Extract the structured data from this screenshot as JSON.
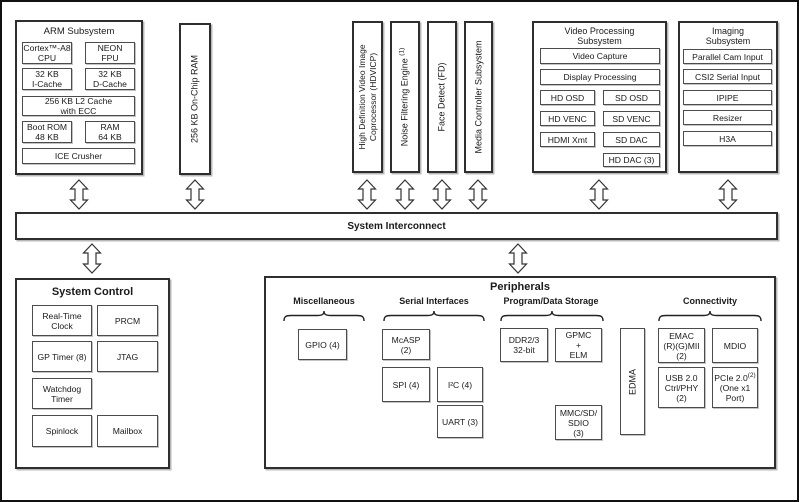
{
  "colors": {
    "ink": "#1a1a1a",
    "box_border": "#2e2e2e",
    "background": "#ffffff"
  },
  "arm": {
    "title": "ARM Subsystem",
    "cells": [
      [
        "Cortex™-A8",
        "CPU"
      ],
      [
        "NEON",
        "FPU"
      ],
      [
        "32 KB",
        "I-Cache"
      ],
      [
        "32 KB",
        "D-Cache"
      ],
      [
        "256 KB L2 Cache",
        "with ECC"
      ],
      [
        "Boot ROM",
        "48 KB"
      ],
      [
        "RAM",
        "64 KB"
      ],
      [
        "ICE Crusher"
      ]
    ]
  },
  "top_row": {
    "onchip_ram": "256 KB On-Chip RAM",
    "hdvicp": {
      "lines": [
        "High Definition Video Image",
        "Coprocessor (HDVICP)"
      ]
    },
    "nfe": {
      "label": "Noise Filtering Engine ",
      "sup": "(1)"
    },
    "fd": "Face Detect (FD)",
    "mcs": "Media Controller Subsystem"
  },
  "vps": {
    "title": [
      "Video Processing",
      "Subsystem"
    ],
    "video_capture": "Video Capture",
    "display_processing": "Display Processing",
    "hd_osd": "HD OSD",
    "sd_osd": "SD OSD",
    "hd_venc": "HD VENC",
    "sd_venc": "SD VENC",
    "hdmi_xmt": "HDMI Xmt",
    "sd_dac": "SD DAC",
    "hd_dac": "HD DAC (3)"
  },
  "imaging": {
    "title": [
      "Imaging",
      "Subsystem"
    ],
    "cells": [
      "Parallel Cam Input",
      "CSI2 Serial Input",
      "IPIPE",
      "Resizer",
      "H3A"
    ]
  },
  "interconnect": {
    "label": "System Interconnect"
  },
  "system_control": {
    "title": "System Control",
    "rtc": [
      "Real-Time",
      "Clock"
    ],
    "prcm": "PRCM",
    "gp_timer": "GP Timer (8)",
    "jtag": "JTAG",
    "watchdog": [
      "Watchdog",
      "Timer"
    ],
    "spinlock": "Spinlock",
    "mailbox": "Mailbox"
  },
  "peripherals": {
    "title": "Peripherals",
    "groups": {
      "misc": "Miscellaneous",
      "serial": "Serial Interfaces",
      "storage": "Program/Data Storage",
      "connectivity": "Connectivity"
    },
    "gpio": "GPIO (4)",
    "mcasp": [
      "McASP",
      "(2)"
    ],
    "spi": "SPI (4)",
    "i2c": "I²C (4)",
    "uart": "UART (3)",
    "ddr": [
      "DDR2/3",
      "32-bit"
    ],
    "gpmc": [
      "GPMC",
      "+",
      "ELM"
    ],
    "mmc": [
      "MMC/SD/",
      "SDIO",
      "(3)"
    ],
    "edma": "EDMA",
    "emac": [
      "EMAC",
      "(R)(G)MII",
      "(2)"
    ],
    "mdio": "MDIO",
    "usb": [
      "USB 2.0",
      "Ctrl/PHY",
      "(2)"
    ],
    "pcie": {
      "line1": "PCIe 2.0",
      "sup": "(2)",
      "rest": [
        "(One x1",
        "Port)"
      ]
    }
  }
}
